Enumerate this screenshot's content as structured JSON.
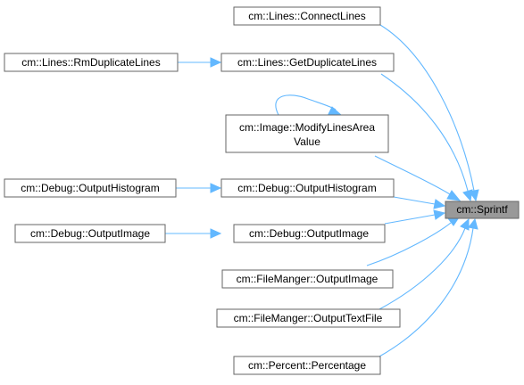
{
  "diagram": {
    "type": "call-graph",
    "edge_color": "#63b8ff",
    "node_border_color": "#666666",
    "highlight_fill": "#999999",
    "nodes": {
      "sprintf": "cm::Sprintf",
      "connect_lines": "cm::Lines::ConnectLines",
      "rm_duplicate_lines": "cm::Lines::RmDuplicateLines",
      "get_duplicate_lines": "cm::Lines::GetDuplicateLines",
      "modify_lines_area_value_line1": "cm::Image::ModifyLinesArea",
      "modify_lines_area_value_line2": "Value",
      "debug_output_histogram_left": "cm::Debug::OutputHistogram",
      "debug_output_histogram": "cm::Debug::OutputHistogram",
      "debug_output_image_left": "cm::Debug::OutputImage",
      "debug_output_image": "cm::Debug::OutputImage",
      "filemanger_output_image": "cm::FileManger::OutputImage",
      "filemanger_output_text_file": "cm::FileManger::OutputTextFile",
      "percent_percentage": "cm::Percent::Percentage"
    },
    "edges": [
      [
        "rm_duplicate_lines",
        "get_duplicate_lines"
      ],
      [
        "debug_output_histogram_left",
        "debug_output_histogram"
      ],
      [
        "debug_output_image_left",
        "debug_output_image"
      ],
      [
        "modify_lines_area_value",
        "modify_lines_area_value"
      ],
      [
        "connect_lines",
        "sprintf"
      ],
      [
        "get_duplicate_lines",
        "sprintf"
      ],
      [
        "modify_lines_area_value",
        "sprintf"
      ],
      [
        "debug_output_histogram",
        "sprintf"
      ],
      [
        "debug_output_image",
        "sprintf"
      ],
      [
        "filemanger_output_image",
        "sprintf"
      ],
      [
        "filemanger_output_text_file",
        "sprintf"
      ],
      [
        "percent_percentage",
        "sprintf"
      ]
    ]
  }
}
